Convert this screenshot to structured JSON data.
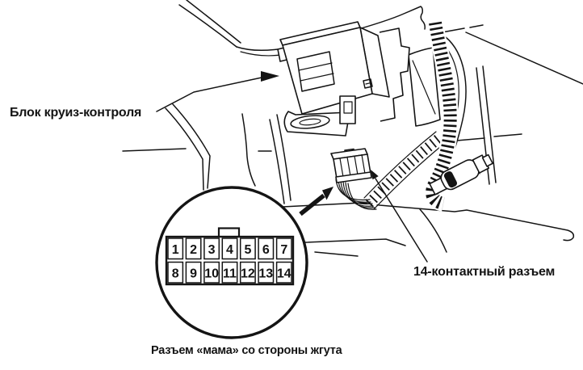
{
  "figure": {
    "background_color": "#ffffff",
    "line_color": "#141414",
    "type": "technical line illustration"
  },
  "labels": {
    "cruise_control_unit": "Блок круиз-контроля",
    "connector_14pin": "14-контактный разъем",
    "detail_caption": "Разъем «мама» со стороны жгута"
  },
  "connector_detail": {
    "rows": 2,
    "columns": 7,
    "pins": [
      "1",
      "2",
      "3",
      "4",
      "5",
      "6",
      "7",
      "8",
      "9",
      "10",
      "11",
      "12",
      "13",
      "14"
    ]
  }
}
